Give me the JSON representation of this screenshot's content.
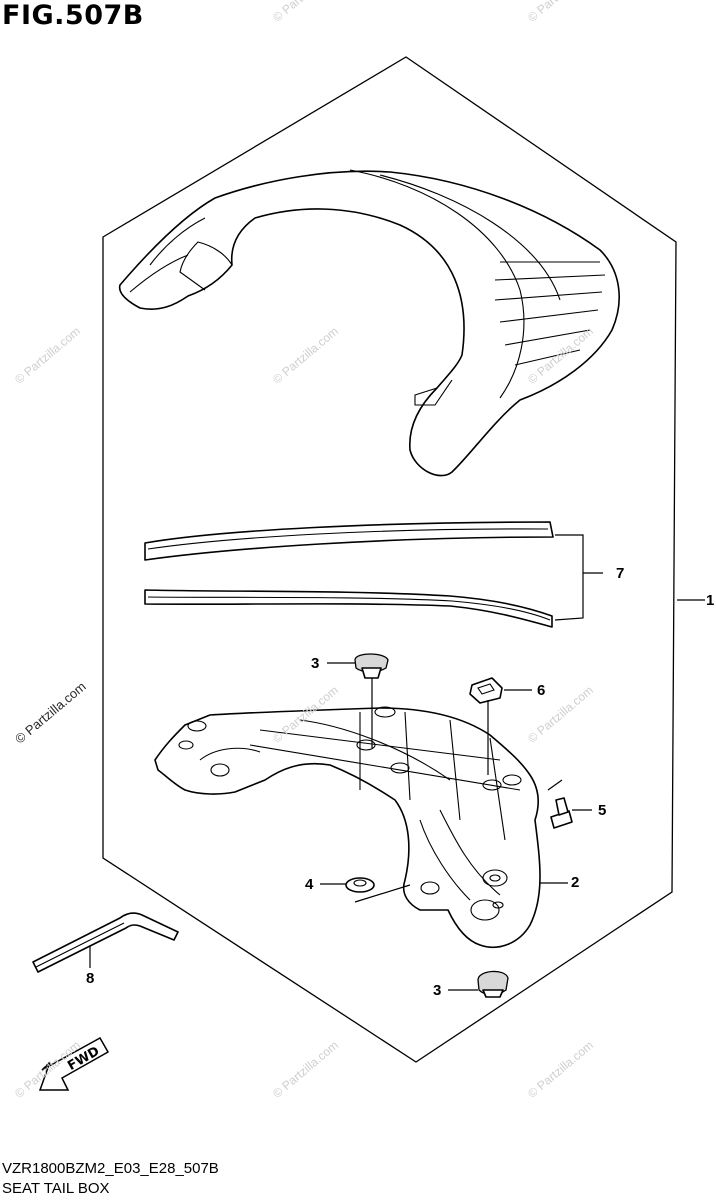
{
  "figure": {
    "title": "FIG.507B",
    "code": "VZR1800BZM2_E03_E28_507B",
    "name": "SEAT TAIL BOX"
  },
  "callouts": [
    {
      "id": "1",
      "label": "1"
    },
    {
      "id": "2",
      "label": "2"
    },
    {
      "id": "3a",
      "label": "3"
    },
    {
      "id": "3b",
      "label": "3"
    },
    {
      "id": "4",
      "label": "4"
    },
    {
      "id": "5",
      "label": "5"
    },
    {
      "id": "6",
      "label": "6"
    },
    {
      "id": "7",
      "label": "7"
    },
    {
      "id": "8",
      "label": "8"
    }
  ],
  "fwd_arrow": {
    "label": "FWD"
  },
  "watermark": {
    "text": "© Partzilla.com"
  }
}
